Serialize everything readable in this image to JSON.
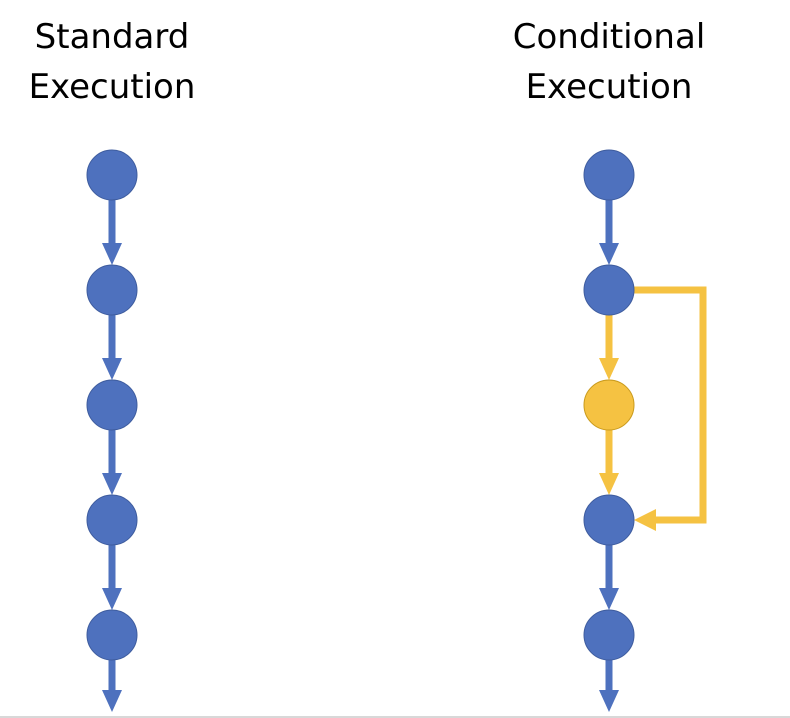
{
  "titles": {
    "standard": {
      "line1": "Standard",
      "line2": "Execution"
    },
    "conditional": {
      "line1": "Conditional",
      "line2": "Execution"
    }
  },
  "colors": {
    "node_fill": "#4E71BE",
    "node_stroke": "#3E5C9E",
    "arrow_blue": "#4E71BE",
    "conditional": "#F5C242",
    "conditional_stroke": "#C99A1C"
  },
  "flows": {
    "standard": {
      "nodes": [
        "blue",
        "blue",
        "blue",
        "blue",
        "blue"
      ],
      "links": [
        "blue",
        "blue",
        "blue",
        "blue",
        "blue"
      ]
    },
    "conditional": {
      "nodes": [
        "blue",
        "blue",
        "yellow",
        "blue",
        "blue"
      ],
      "links": [
        "blue",
        "yellow",
        "yellow",
        "blue",
        "blue"
      ],
      "bypass": {
        "from": 1,
        "to": 3,
        "color": "yellow"
      }
    }
  }
}
